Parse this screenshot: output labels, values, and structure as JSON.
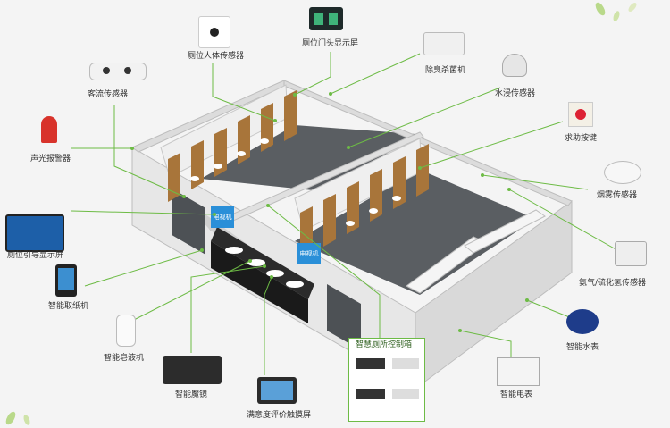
{
  "labels": {
    "stall_sensor": "厕位人体传感器",
    "door_display": "厕位门头显示屏",
    "deodorizer": "除臭杀菌机",
    "passenger_sensor": "客流传感器",
    "water_sensor": "水浸传感器",
    "sos_button": "求助按键",
    "alarm": "声光报警器",
    "smoke_sensor": "烟雾传感器",
    "guide_display": "厕位引导显示屏",
    "gas_sensor": "氨气/硫化氢传感器",
    "paper_machine": "智能取纸机",
    "water_meter": "智能水表",
    "soap": "智能皂液机",
    "controller": "智慧厕所控制箱",
    "power_meter": "智能电表",
    "mirror": "智能魔镜",
    "survey_screen": "满意度评价触摸屏"
  },
  "signs": {
    "sign1": "电视机",
    "sign2": "电视机"
  },
  "colors": {
    "accent": "#6dbb45",
    "floor": "#585c60",
    "wall": "#e9e9e9",
    "door": "#a8753a",
    "sign": "#2a8fd8"
  }
}
